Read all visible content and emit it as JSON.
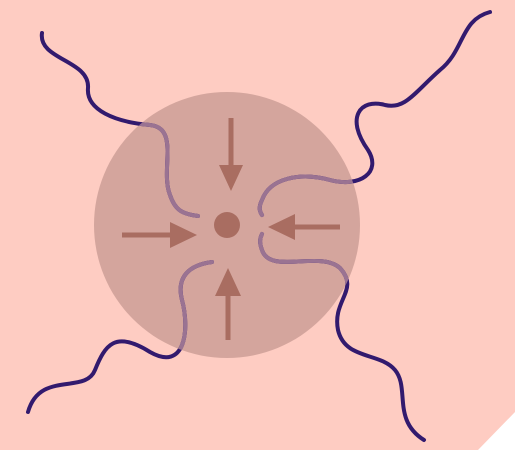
{
  "diagram": {
    "colors": {
      "background": "#FECCC2",
      "corner_cut": "#FFFFFF",
      "core_fill": "#D4A59D",
      "arrow": "#A96D61",
      "strand": "#321A6E",
      "strand_inside": "#9A7392"
    },
    "elements": {
      "core": "central-core",
      "center_point": "center-point",
      "arrows": [
        "arrow-top",
        "arrow-right",
        "arrow-bottom",
        "arrow-left"
      ],
      "strands": [
        "strand-top-left",
        "strand-top-right",
        "strand-bottom-left",
        "strand-bottom-right"
      ]
    }
  }
}
